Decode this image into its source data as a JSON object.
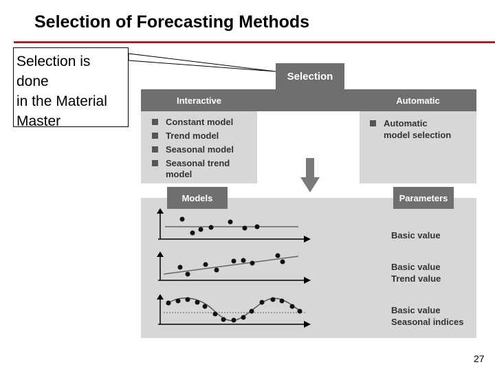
{
  "slide": {
    "title": "Selection of Forecasting Methods",
    "page_number": "27"
  },
  "callout": {
    "lines": [
      "Selection is",
      "done",
      "in the Material",
      "Master"
    ]
  },
  "diagram": {
    "selection_label": "Selection",
    "interactive": {
      "header": "Interactive",
      "items": [
        "Constant model",
        "Trend model",
        "Seasonal model",
        "Seasonal trend",
        "model"
      ]
    },
    "automatic": {
      "header": "Automatic",
      "items": [
        "Automatic",
        "model selection"
      ]
    },
    "models_label": "Models",
    "parameters_label": "Parameters",
    "parameters": [
      [
        "Basic value"
      ],
      [
        "Basic value",
        "Trend value"
      ],
      [
        "Basic value",
        "Seasonal indices"
      ]
    ]
  },
  "colors": {
    "title_rule": "#9b2a2a",
    "dark_box": "#6f6f71",
    "panel": "#d7d7d9",
    "arrow": "#7a7a7c"
  }
}
